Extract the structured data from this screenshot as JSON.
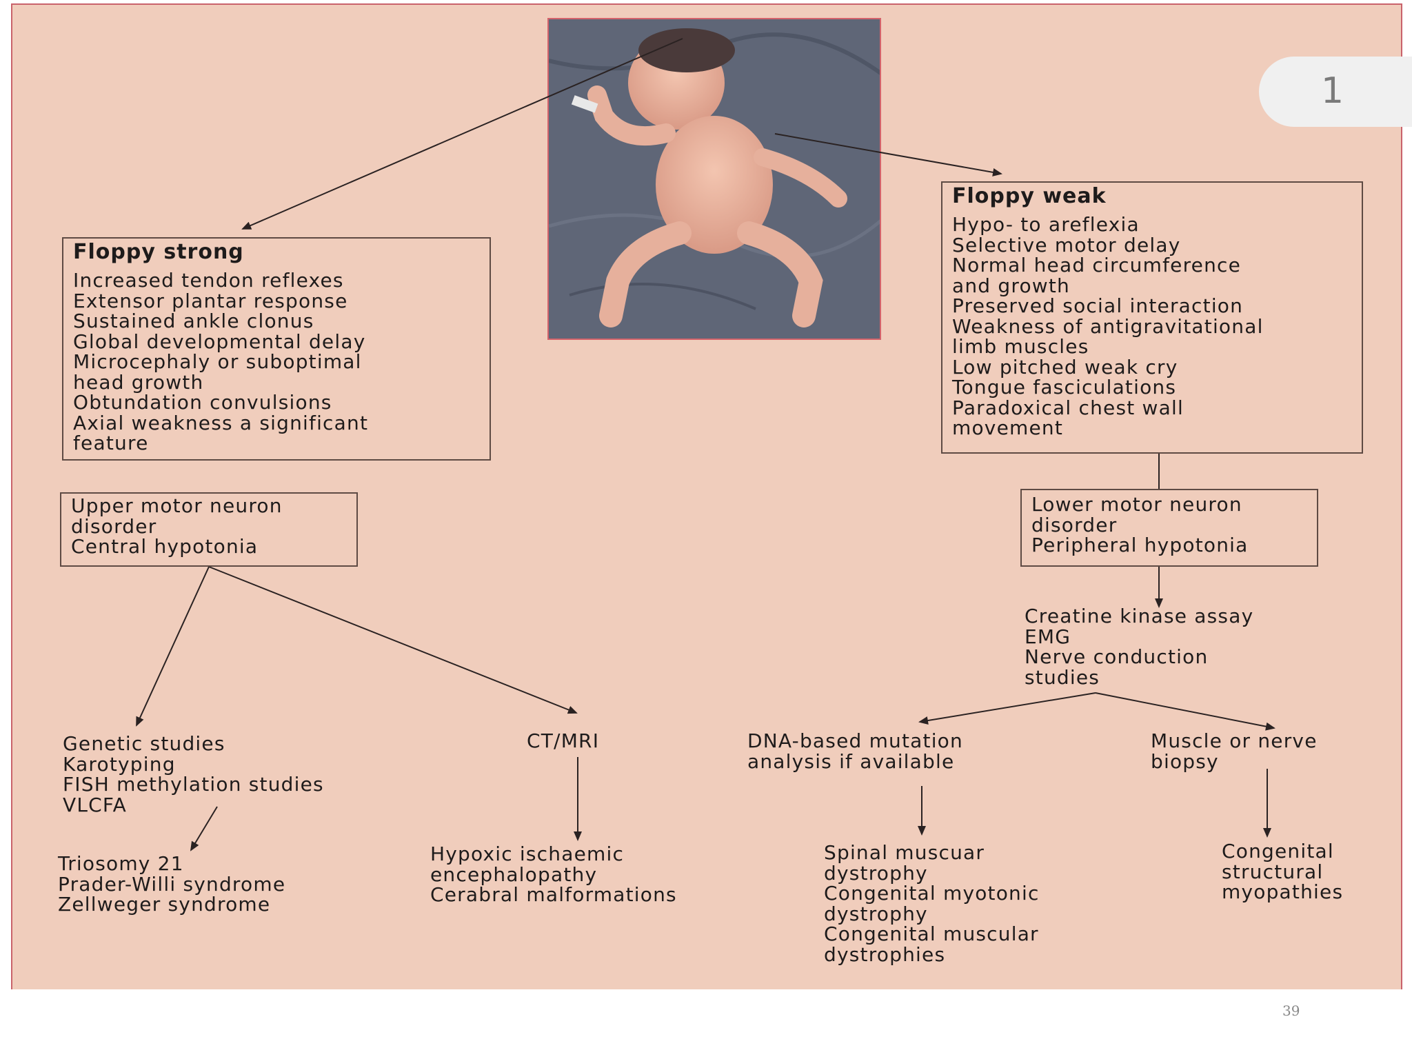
{
  "slide_number_tab": "1",
  "page_number": "39",
  "floppy_strong": {
    "title": "Floppy strong",
    "items": [
      "Increased tendon reflexes",
      "Extensor plantar response",
      "Sustained ankle clonus",
      "Global developmental delay",
      "Microcephaly or suboptimal",
      "head growth",
      "Obtundation convulsions",
      "Axial weakness a significant",
      "feature"
    ]
  },
  "floppy_weak": {
    "title": "Floppy weak",
    "items": [
      "Hypo- to areflexia",
      "Selective motor delay",
      "Normal head circumference",
      "and growth",
      "Preserved social interaction",
      "Weakness of antigravitational",
      "limb muscles",
      "Low pitched weak cry",
      "Tongue fasciculations",
      "Paradoxical chest wall",
      "movement"
    ]
  },
  "umn": {
    "lines": [
      "Upper motor neuron",
      "disorder",
      "Central hypotonia"
    ]
  },
  "lmn": {
    "lines": [
      "Lower motor neuron",
      "disorder",
      "Peripheral hypotonia"
    ]
  },
  "lmn_tests": {
    "lines": [
      "Creatine kinase assay",
      "EMG",
      "Nerve conduction",
      "studies"
    ]
  },
  "genetic": {
    "lines": [
      "Genetic studies",
      "Karotyping",
      "FISH methylation studies",
      "VLCFA"
    ]
  },
  "genetic_result": {
    "lines": [
      "Triosomy 21",
      "Prader-Willi syndrome",
      "Zellweger syndrome"
    ]
  },
  "imaging": {
    "lines": [
      "CT/MRI"
    ]
  },
  "imaging_result": {
    "lines": [
      "Hypoxic ischaemic",
      "encephalopathy",
      "Cerabral malformations"
    ]
  },
  "dna": {
    "lines": [
      "DNA-based mutation",
      "analysis if available"
    ]
  },
  "dna_result": {
    "lines": [
      "Spinal muscuar",
      "dystrophy",
      "Congenital myotonic",
      "dystrophy",
      "Congenital muscular",
      "dystrophies"
    ]
  },
  "biopsy": {
    "lines": [
      "Muscle or nerve",
      "biopsy"
    ]
  },
  "biopsy_result": {
    "lines": [
      "Congenital",
      "structural",
      "myopathies"
    ]
  },
  "colors": {
    "panel_bg": "#f0cdbc",
    "panel_border": "#c9626b",
    "box_border": "#5e4a43",
    "text": "#1e1b1b"
  }
}
